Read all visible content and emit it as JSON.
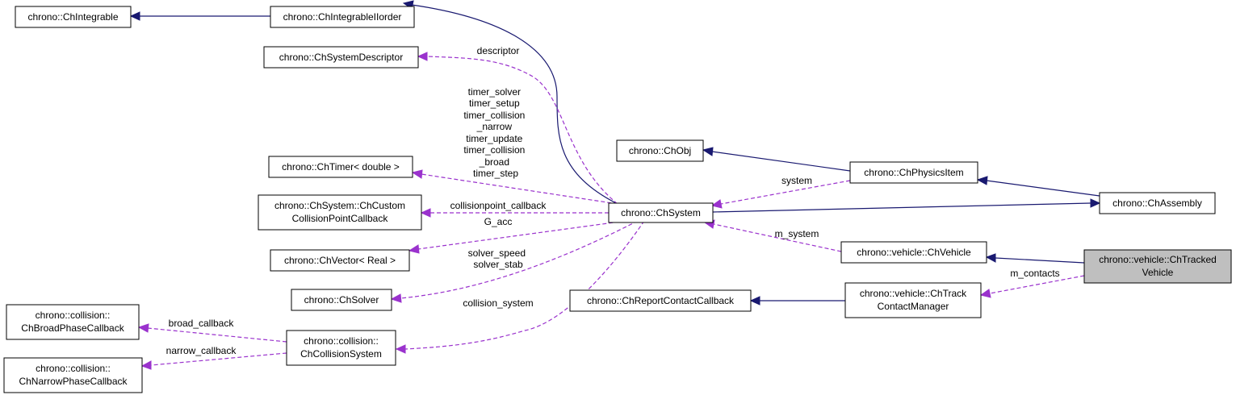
{
  "colors": {
    "inheritance_edge": "#191970",
    "usage_edge": "#9a32cd",
    "highlight_fill": "#bfbfbf"
  },
  "nodes": {
    "ch_integrable": [
      "chrono::ChIntegrable"
    ],
    "ch_integrable_iiorder": [
      "chrono::ChIntegrableIIorder"
    ],
    "ch_system_descriptor": [
      "chrono::ChSystemDescriptor"
    ],
    "ch_timer": [
      "chrono::ChTimer< double >"
    ],
    "ch_custom_collision_point_callback": [
      "chrono::ChSystem::ChCustom",
      "CollisionPointCallback"
    ],
    "ch_vector": [
      "chrono::ChVector< Real >"
    ],
    "ch_solver": [
      "chrono::ChSolver"
    ],
    "ch_broad_phase_callback": [
      "chrono::collision::",
      "ChBroadPhaseCallback"
    ],
    "ch_narrow_phase_callback": [
      "chrono::collision::",
      "ChNarrowPhaseCallback"
    ],
    "ch_collision_system": [
      "chrono::collision::",
      "ChCollisionSystem"
    ],
    "ch_system": [
      "chrono::ChSystem"
    ],
    "ch_obj": [
      "chrono::ChObj"
    ],
    "ch_physics_item": [
      "chrono::ChPhysicsItem"
    ],
    "ch_assembly": [
      "chrono::ChAssembly"
    ],
    "ch_vehicle": [
      "chrono::vehicle::ChVehicle"
    ],
    "ch_report_contact_callback": [
      "chrono::ChReportContactCallback"
    ],
    "ch_track_contact_manager": [
      "chrono::vehicle::ChTrack",
      "ContactManager"
    ],
    "ch_tracked_vehicle": [
      "chrono::vehicle::ChTracked",
      "Vehicle"
    ]
  },
  "edge_labels": {
    "descriptor": [
      "descriptor"
    ],
    "timers": [
      "timer_solver",
      "timer_setup",
      "timer_collision",
      "_narrow",
      "timer_update",
      "timer_collision",
      "_broad",
      "timer_step"
    ],
    "collisionpoint_callback": [
      "collisionpoint_callback"
    ],
    "g_acc": [
      "G_acc"
    ],
    "solver": [
      "solver_speed",
      "solver_stab"
    ],
    "collision_system": [
      "collision_system"
    ],
    "broad_callback": [
      "broad_callback"
    ],
    "narrow_callback": [
      "narrow_callback"
    ],
    "system": [
      "system"
    ],
    "m_system": [
      "m_system"
    ],
    "m_contacts": [
      "m_contacts"
    ]
  }
}
